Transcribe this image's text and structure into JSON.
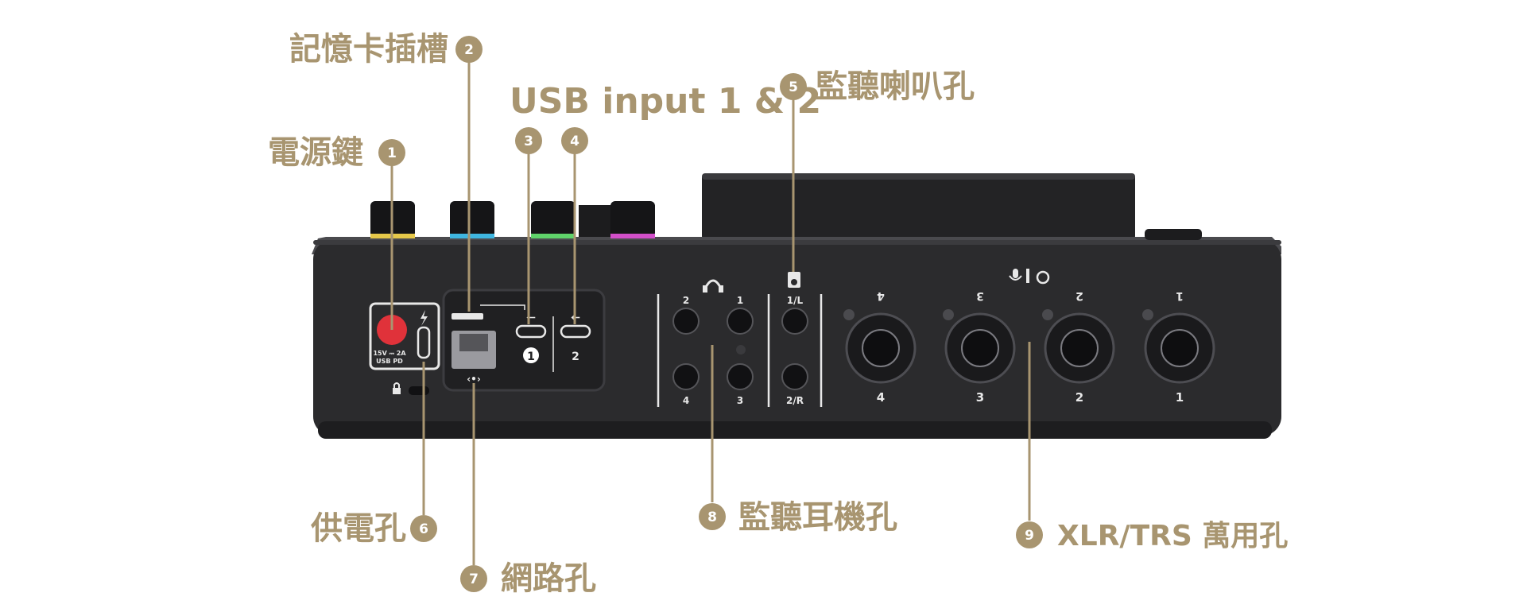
{
  "colors": {
    "accent": "#a89570",
    "device_body": "#2b2b2d",
    "power_button": "#e0323a",
    "knob_rings": [
      "#e6c84a",
      "#3fb6e0",
      "#5fd36a",
      "#d24fc9"
    ]
  },
  "callouts": [
    {
      "num": "1",
      "label": "電源鍵"
    },
    {
      "num": "2",
      "label": "記憶卡插槽"
    },
    {
      "num": "3",
      "label": ""
    },
    {
      "num": "4",
      "label": ""
    },
    {
      "num": "5",
      "label": "監聽喇叭孔"
    },
    {
      "num": "6",
      "label": "供電孔"
    },
    {
      "num": "7",
      "label": "網路孔"
    },
    {
      "num": "8",
      "label": "監聽耳機孔"
    },
    {
      "num": "9",
      "label": "XLR/TRS 萬用孔"
    }
  ],
  "group_label": "USB input 1 & 2",
  "device": {
    "power_spec_1": "15V ⎓ 2A",
    "power_spec_2": "USB PD",
    "usb_1": "1",
    "usb_2": "2",
    "headphone_labels": [
      "2",
      "1",
      "4",
      "3"
    ],
    "speaker_labels": [
      "1/L",
      "2/R"
    ],
    "combo_top_labels": [
      "4",
      "3",
      "2",
      "1"
    ],
    "combo_bottom_labels": [
      "4",
      "3",
      "2",
      "1"
    ]
  },
  "icons": [
    "headphones-icon",
    "speaker-icon",
    "mic-instrument-icon",
    "lightning-icon",
    "usb-icon",
    "lock-icon",
    "network-icon"
  ]
}
